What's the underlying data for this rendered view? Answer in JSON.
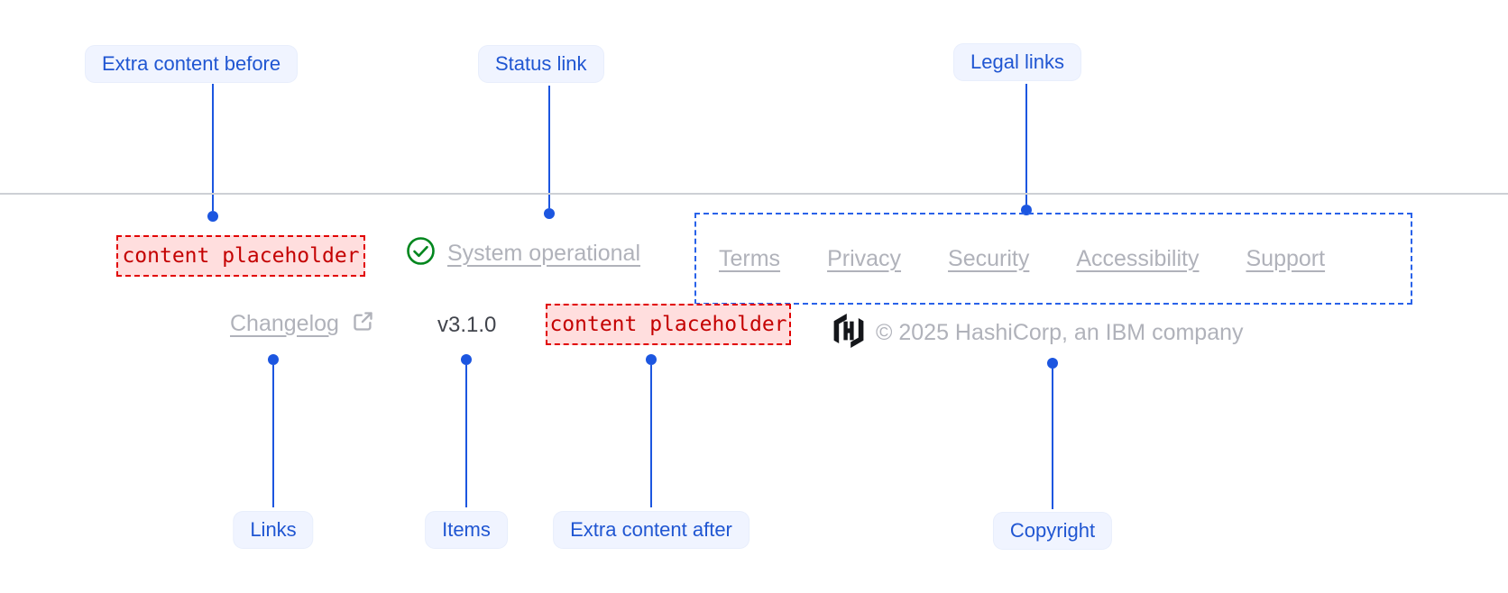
{
  "annotations": {
    "top_labels": [
      {
        "text": "Extra content before"
      },
      {
        "text": "Status link"
      },
      {
        "text": "Legal links"
      }
    ],
    "bottom_labels": [
      {
        "text": "Links"
      },
      {
        "text": "Items"
      },
      {
        "text": "Extra content after"
      },
      {
        "text": "Copyright"
      }
    ]
  },
  "footer": {
    "extra_content_before": {
      "text": "content placeholder"
    },
    "status_link": {
      "text": "System operational",
      "icon": "check-circle-icon",
      "color": "#00861d"
    },
    "legal_links": [
      "Terms",
      "Privacy",
      "Security",
      "Accessibility",
      "Support"
    ],
    "links": [
      {
        "label": "Changelog",
        "icon": "external-link-icon"
      }
    ],
    "version": "v3.1.0",
    "extra_content_after": {
      "text": "content placeholder"
    },
    "copyright": {
      "logo": "hashicorp-logo-icon",
      "text": "© 2025 HashiCorp, an IBM company"
    }
  },
  "colors": {
    "annotation_blue": "#1c56e0",
    "label_bg": "#f0f4ff",
    "label_text": "#2056d2",
    "placeholder_text": "#c40000",
    "placeholder_bg": "#ffdede",
    "placeholder_border": "#e10000",
    "link_gray": "#b0b2ba",
    "version_gray": "#41444c",
    "status_green": "#00861d",
    "divider_gray": "#cdd0d5",
    "legal_dashed_border": "#2962e9"
  }
}
